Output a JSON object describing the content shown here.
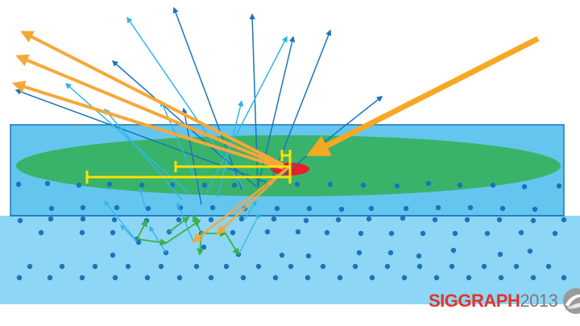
{
  "slide": {
    "background": "#ffffff",
    "colors": {
      "medium_fill": "#8dd6f5",
      "top_face": "#64c6ef",
      "layer_border": "#1b75bc",
      "scatter_area": "#3ab36a",
      "particles": "#1a74ba",
      "incident_ray": "#f7a823",
      "reflected_ray": "#f5a83a",
      "scatter_ray_dark": "#1b75bc",
      "scatter_ray_light": "#2fb6e9",
      "subsurface_ray": "#3ab14a",
      "entry_point": "#e8202a",
      "distance_marker": "#ffe100"
    }
  },
  "diagram": {
    "icons": [
      "incident-light-arrow",
      "reflected-light-arrows",
      "scattered-rays",
      "subsurface-paths",
      "distance-markers",
      "particles"
    ]
  },
  "branding": {
    "name": "SIGGRAPH",
    "year": "2013",
    "logo_icon": "siggraph-swirl-logo"
  }
}
